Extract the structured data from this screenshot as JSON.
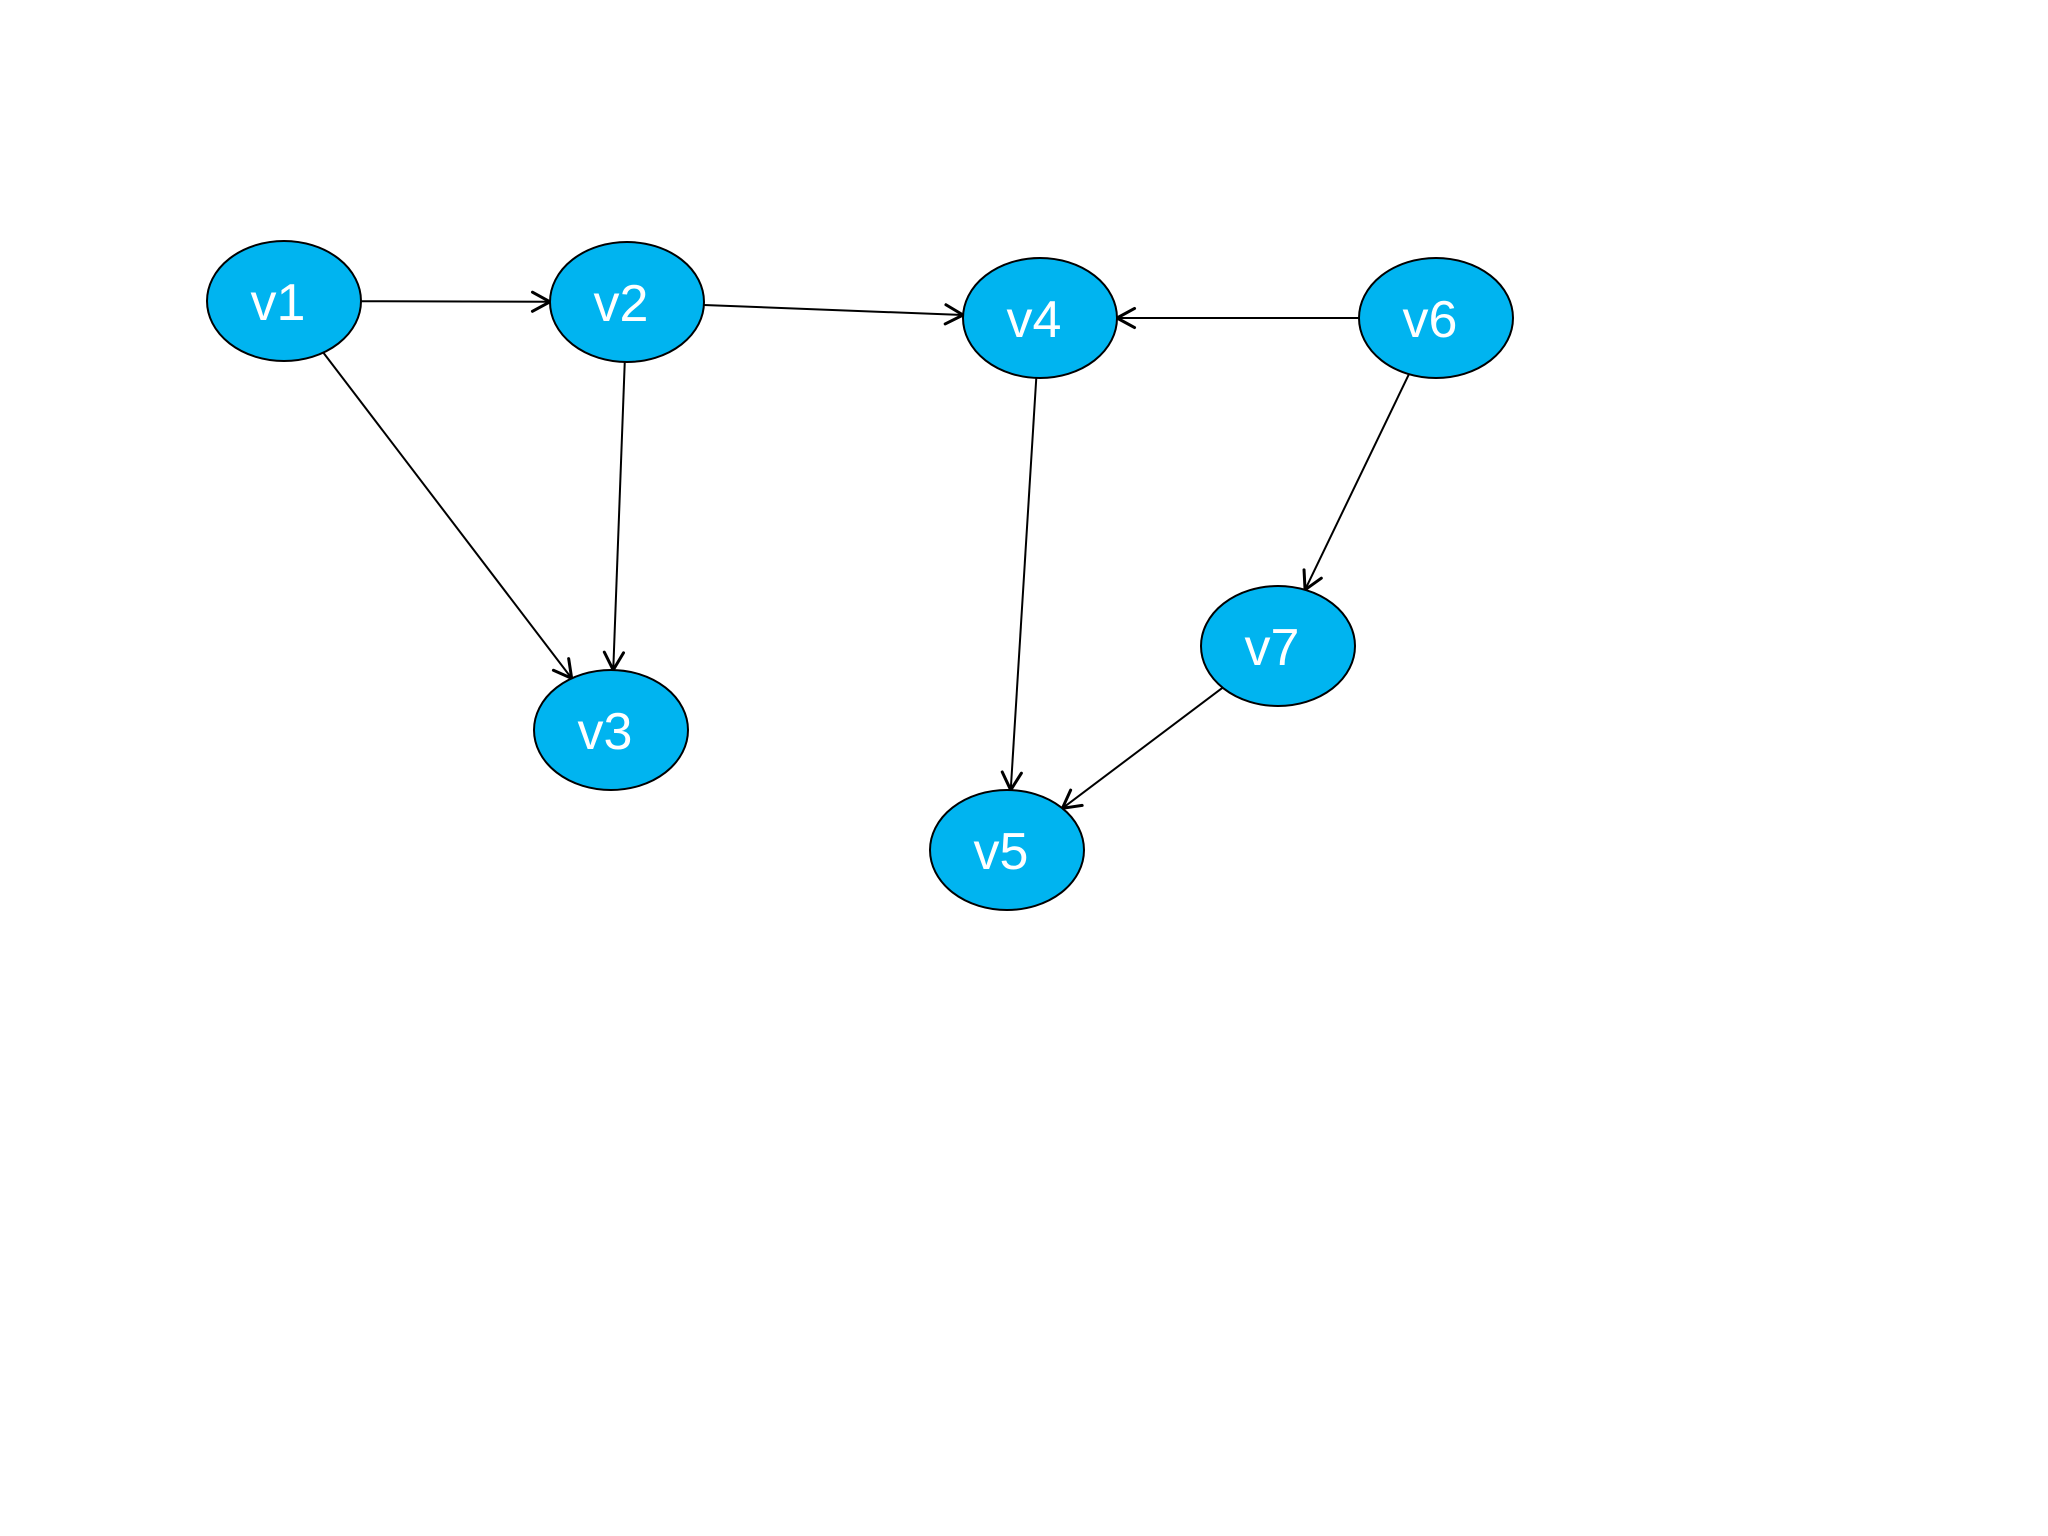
{
  "diagram": {
    "type": "directed-graph",
    "node_fill": "#00B4F0",
    "node_stroke": "#000000",
    "edge_color": "#000000",
    "label_color": "#FFFFFF",
    "nodes": [
      {
        "id": "v1",
        "label": "v1"
      },
      {
        "id": "v2",
        "label": "v2"
      },
      {
        "id": "v3",
        "label": "v3"
      },
      {
        "id": "v4",
        "label": "v4"
      },
      {
        "id": "v5",
        "label": "v5"
      },
      {
        "id": "v6",
        "label": "v6"
      },
      {
        "id": "v7",
        "label": "v7"
      }
    ],
    "edges": [
      {
        "from": "v1",
        "to": "v2"
      },
      {
        "from": "v1",
        "to": "v3"
      },
      {
        "from": "v2",
        "to": "v3"
      },
      {
        "from": "v2",
        "to": "v4"
      },
      {
        "from": "v6",
        "to": "v4"
      },
      {
        "from": "v4",
        "to": "v5"
      },
      {
        "from": "v6",
        "to": "v7"
      },
      {
        "from": "v7",
        "to": "v5"
      }
    ]
  }
}
